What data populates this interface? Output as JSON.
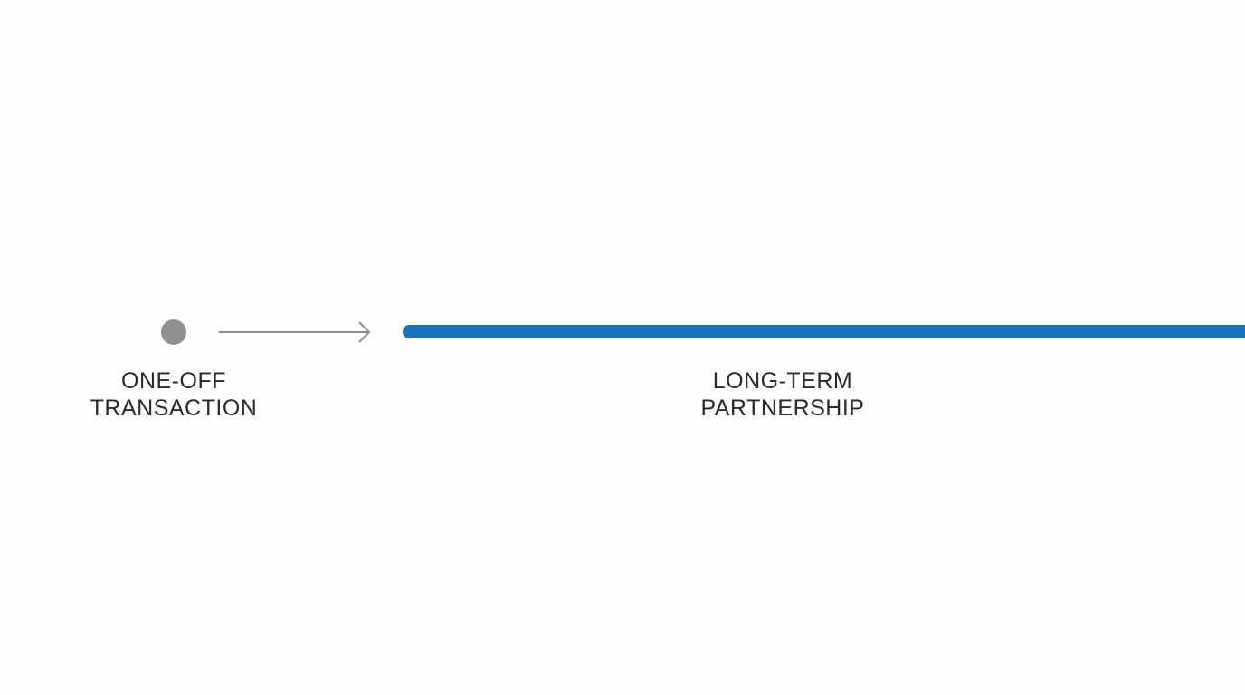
{
  "diagram": {
    "start": {
      "label_line1": "ONE-OFF",
      "label_line2": "TRANSACTION",
      "marker_color": "#8e9091"
    },
    "end": {
      "label_line1": "LONG-TERM",
      "label_line2": "PARTNERSHIP",
      "bar_color": "#1a72b9"
    },
    "connector": {
      "icon": "arrow-right-icon",
      "color": "#8e9091"
    }
  }
}
